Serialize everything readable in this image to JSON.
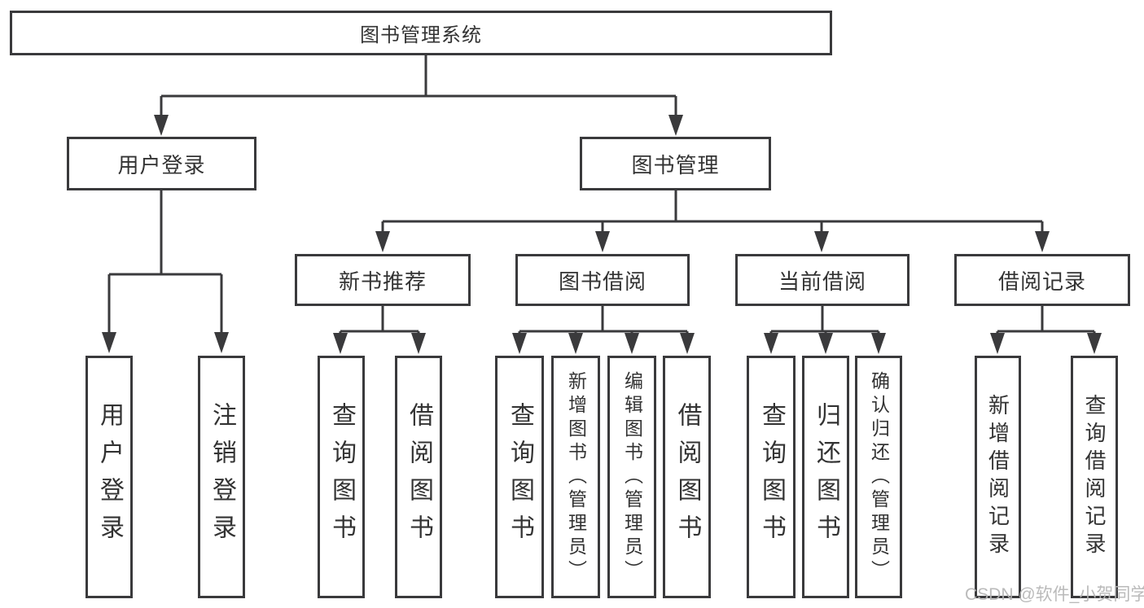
{
  "diagram": {
    "title": "图书管理系统",
    "root": {
      "label": "图书管理系统"
    },
    "level2": [
      {
        "label": "用户登录"
      },
      {
        "label": "图书管理"
      }
    ],
    "level3": [
      {
        "label": "新书推荐"
      },
      {
        "label": "图书借阅"
      },
      {
        "label": "当前借阅"
      },
      {
        "label": "借阅记录"
      }
    ],
    "leaves": [
      {
        "label": "用户登录",
        "parent": "用户登录"
      },
      {
        "label": "注销登录",
        "parent": "用户登录"
      },
      {
        "label": "查询图书",
        "parent": "新书推荐"
      },
      {
        "label": "借阅图书",
        "parent": "新书推荐"
      },
      {
        "label": "查询图书",
        "parent": "图书借阅"
      },
      {
        "label": "新增图书（管理员）",
        "parent": "图书借阅"
      },
      {
        "label": "编辑图书（管理员）",
        "parent": "图书借阅"
      },
      {
        "label": "借阅图书",
        "parent": "图书借阅"
      },
      {
        "label": "查询图书",
        "parent": "当前借阅"
      },
      {
        "label": "归还图书",
        "parent": "当前借阅"
      },
      {
        "label": "确认归还（管理员）",
        "parent": "当前借阅"
      },
      {
        "label": "新增借阅记录",
        "parent": "借阅记录"
      },
      {
        "label": "查询借阅记录",
        "parent": "借阅记录"
      }
    ],
    "watermark": "CSDN @软件_小贺同学",
    "colors": {
      "line": "#3a3a3c",
      "text": "#333333",
      "background": "#ffffff",
      "watermark": "#b5b5b5"
    }
  }
}
